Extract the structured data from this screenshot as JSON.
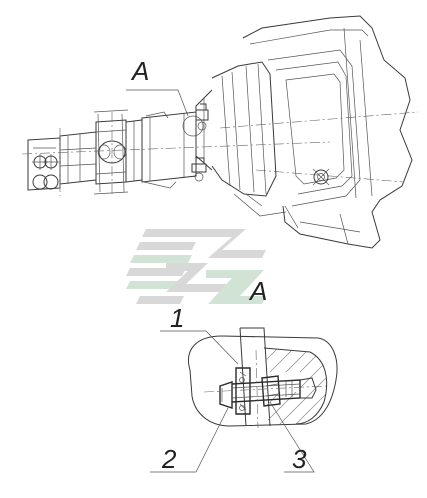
{
  "labels": {
    "view_marker_top": "A",
    "view_marker_detail": "A",
    "part_1": "1",
    "part_2": "2",
    "part_3": "3"
  },
  "colors": {
    "line": "#3a3a3a",
    "watermark_grey": "#d6d6d6",
    "watermark_green": "#cde3d2"
  },
  "icons": [
    "watermark-logo-icon"
  ]
}
